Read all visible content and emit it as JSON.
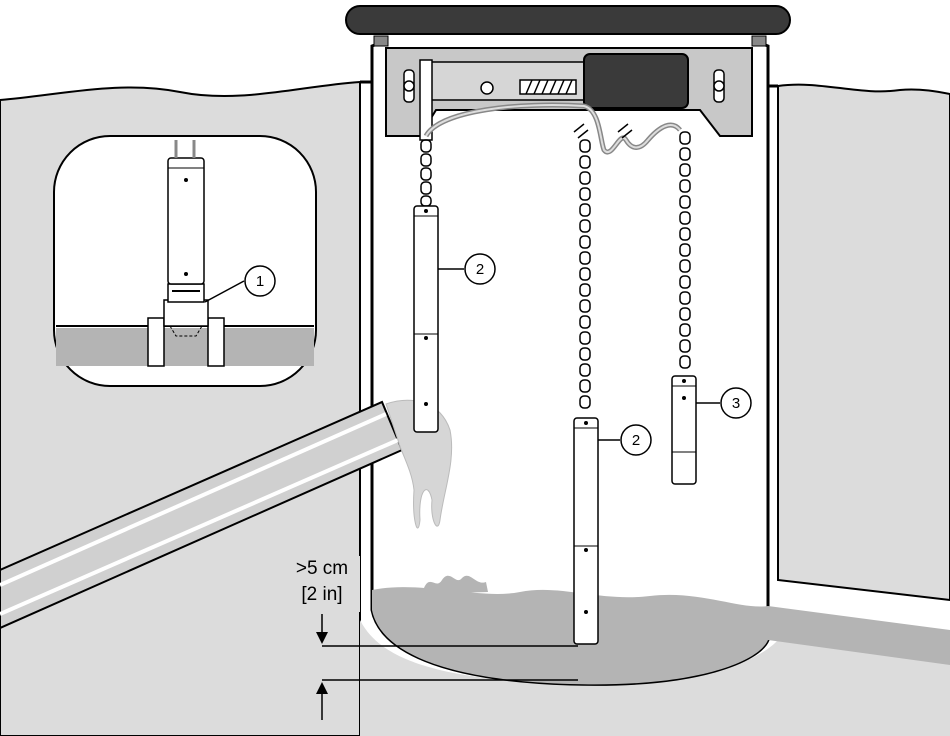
{
  "callouts": [
    {
      "number": "1"
    },
    {
      "number": "2"
    },
    {
      "number": "2"
    },
    {
      "number": "3"
    }
  ],
  "dimension": {
    "metric": ">5 cm",
    "imperial": "[2 in]"
  },
  "colors": {
    "ground": "#dcdcdc",
    "water": "#b4b4b4",
    "bracket": "#c8c8c8",
    "lid": "#3a3a3a",
    "stroke": "#000000"
  }
}
